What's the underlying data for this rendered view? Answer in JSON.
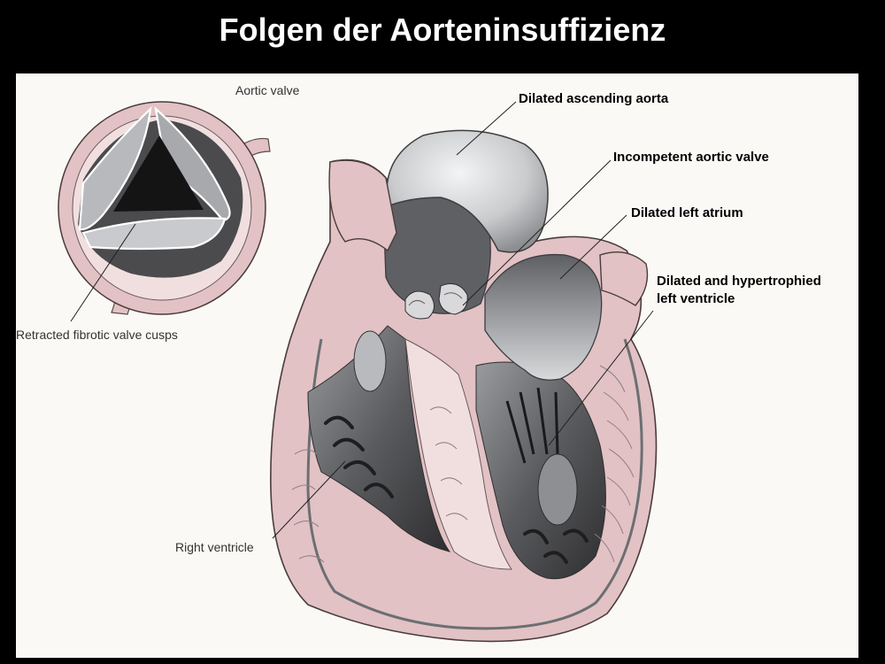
{
  "slide": {
    "title": "Folgen der Aorteninsuffizienz"
  },
  "labels": {
    "aortic_valve": "Aortic valve",
    "retracted_cusps": "Retracted fibrotic valve cusps",
    "right_ventricle": "Right ventricle",
    "dilated_aorta": "Dilated ascending aorta",
    "incompetent_valve": "Incompetent aortic valve",
    "dilated_atrium": "Dilated left atrium",
    "dilated_lv_line1": "Dilated and hypertrophied",
    "dilated_lv_line2": "left ventricle"
  },
  "colors": {
    "background": "#000000",
    "title": "#ffffff",
    "panel": "#fbf9f6",
    "tissue_pink": "#e2c2c4",
    "tissue_light": "#f1dfe0",
    "cavity_dark": "#4a4a4c",
    "aorta_gray": "#c9cbcd"
  }
}
